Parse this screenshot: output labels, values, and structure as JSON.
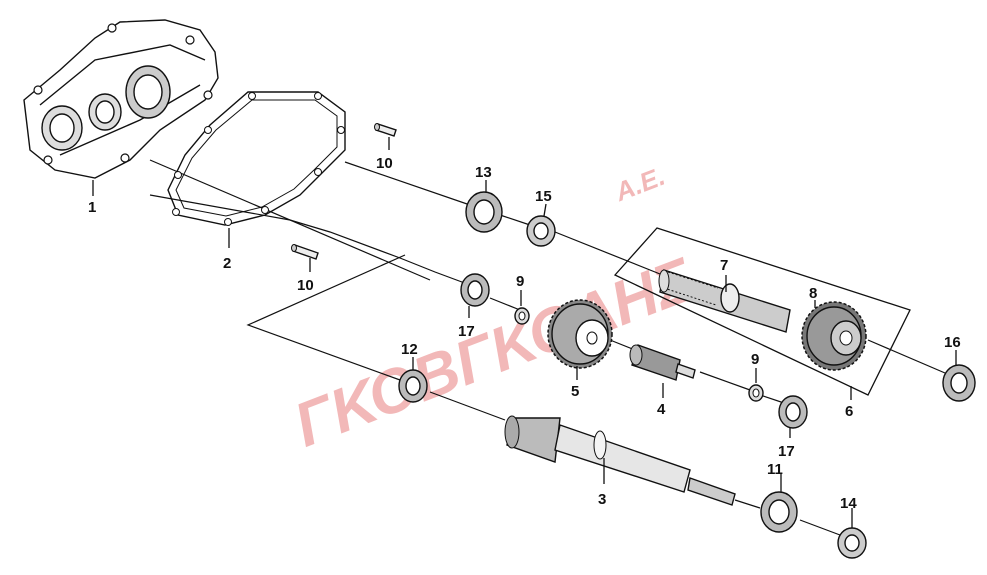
{
  "watermark": {
    "main": "ΓΚΟΒΓΚΟΛΗΣ",
    "suffix": "Α.Ε.",
    "color": "#f2b8b8"
  },
  "parts": [
    {
      "id": "p1",
      "number": "1",
      "component": "transmission-case"
    },
    {
      "id": "p2",
      "number": "2",
      "component": "gasket"
    },
    {
      "id": "p3",
      "number": "3",
      "component": "final-drive-shaft"
    },
    {
      "id": "p4",
      "number": "4",
      "component": "pinion"
    },
    {
      "id": "p5",
      "number": "5",
      "component": "gear"
    },
    {
      "id": "p6",
      "number": "6",
      "component": "countershaft-assembly"
    },
    {
      "id": "p7",
      "number": "7",
      "component": "shaft"
    },
    {
      "id": "p8",
      "number": "8",
      "component": "gear"
    },
    {
      "id": "p9a",
      "number": "9",
      "component": "washer"
    },
    {
      "id": "p9b",
      "number": "9",
      "component": "washer"
    },
    {
      "id": "p10a",
      "number": "10",
      "component": "dowel-pin"
    },
    {
      "id": "p10b",
      "number": "10",
      "component": "dowel-pin"
    },
    {
      "id": "p11",
      "number": "11",
      "component": "bearing"
    },
    {
      "id": "p12",
      "number": "12",
      "component": "bearing"
    },
    {
      "id": "p13",
      "number": "13",
      "component": "bearing"
    },
    {
      "id": "p14",
      "number": "14",
      "component": "oil-seal"
    },
    {
      "id": "p15",
      "number": "15",
      "component": "bearing"
    },
    {
      "id": "p16",
      "number": "16",
      "component": "bearing"
    },
    {
      "id": "p17a",
      "number": "17",
      "component": "bearing"
    },
    {
      "id": "p17b",
      "number": "17",
      "component": "bearing"
    }
  ]
}
